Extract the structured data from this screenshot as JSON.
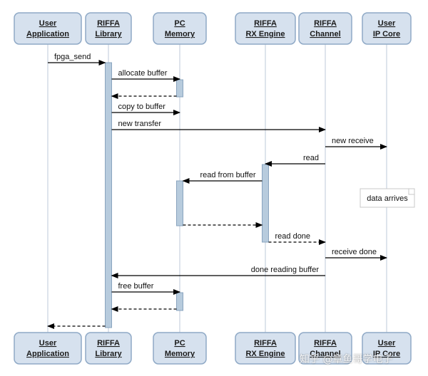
{
  "participants": [
    {
      "id": "user-app",
      "line1": "User",
      "line2": "Application"
    },
    {
      "id": "riffa-lib",
      "line1": "RIFFA",
      "line2": "Library"
    },
    {
      "id": "pc-mem",
      "line1": "PC",
      "line2": "Memory"
    },
    {
      "id": "rx-engine",
      "line1": "RIFFA",
      "line2": "RX Engine"
    },
    {
      "id": "riffa-chan",
      "line1": "RIFFA",
      "line2": "Channel"
    },
    {
      "id": "ip-core",
      "line1": "User",
      "line2": "IP Core"
    }
  ],
  "messages": [
    {
      "id": "fpga-send",
      "label": "fpga_send",
      "from": "user-app",
      "to": "riffa-lib",
      "style": "solid"
    },
    {
      "id": "allocate-buffer",
      "label": "allocate buffer",
      "from": "riffa-lib",
      "to": "pc-mem",
      "style": "solid"
    },
    {
      "id": "allocate-return",
      "label": "",
      "from": "pc-mem",
      "to": "riffa-lib",
      "style": "dashed"
    },
    {
      "id": "copy-to-buffer",
      "label": "copy to buffer",
      "from": "riffa-lib",
      "to": "pc-mem",
      "style": "solid"
    },
    {
      "id": "new-transfer",
      "label": "new transfer",
      "from": "riffa-lib",
      "to": "riffa-chan",
      "style": "solid"
    },
    {
      "id": "new-receive",
      "label": "new receive",
      "from": "riffa-chan",
      "to": "ip-core",
      "style": "solid"
    },
    {
      "id": "read",
      "label": "read",
      "from": "riffa-chan",
      "to": "rx-engine",
      "style": "solid"
    },
    {
      "id": "read-from-buffer",
      "label": "read from buffer",
      "from": "rx-engine",
      "to": "pc-mem",
      "style": "solid"
    },
    {
      "id": "read-return",
      "label": "",
      "from": "pc-mem",
      "to": "rx-engine",
      "style": "dashed"
    },
    {
      "id": "read-done",
      "label": "read done",
      "from": "rx-engine",
      "to": "riffa-chan",
      "style": "dashed"
    },
    {
      "id": "receive-done",
      "label": "receive done",
      "from": "riffa-chan",
      "to": "ip-core",
      "style": "solid"
    },
    {
      "id": "done-reading-buffer",
      "label": "done reading buffer",
      "from": "riffa-chan",
      "to": "riffa-lib",
      "style": "solid"
    },
    {
      "id": "free-buffer",
      "label": "free buffer",
      "from": "riffa-lib",
      "to": "pc-mem",
      "style": "solid"
    },
    {
      "id": "free-return",
      "label": "",
      "from": "pc-mem",
      "to": "riffa-lib",
      "style": "dashed"
    },
    {
      "id": "send-return",
      "label": "",
      "from": "riffa-lib",
      "to": "user-app",
      "style": "dashed"
    }
  ],
  "note": {
    "text": "data arrives",
    "over": "ip-core"
  },
  "watermark": "知乎 @章鱼哥学电子"
}
